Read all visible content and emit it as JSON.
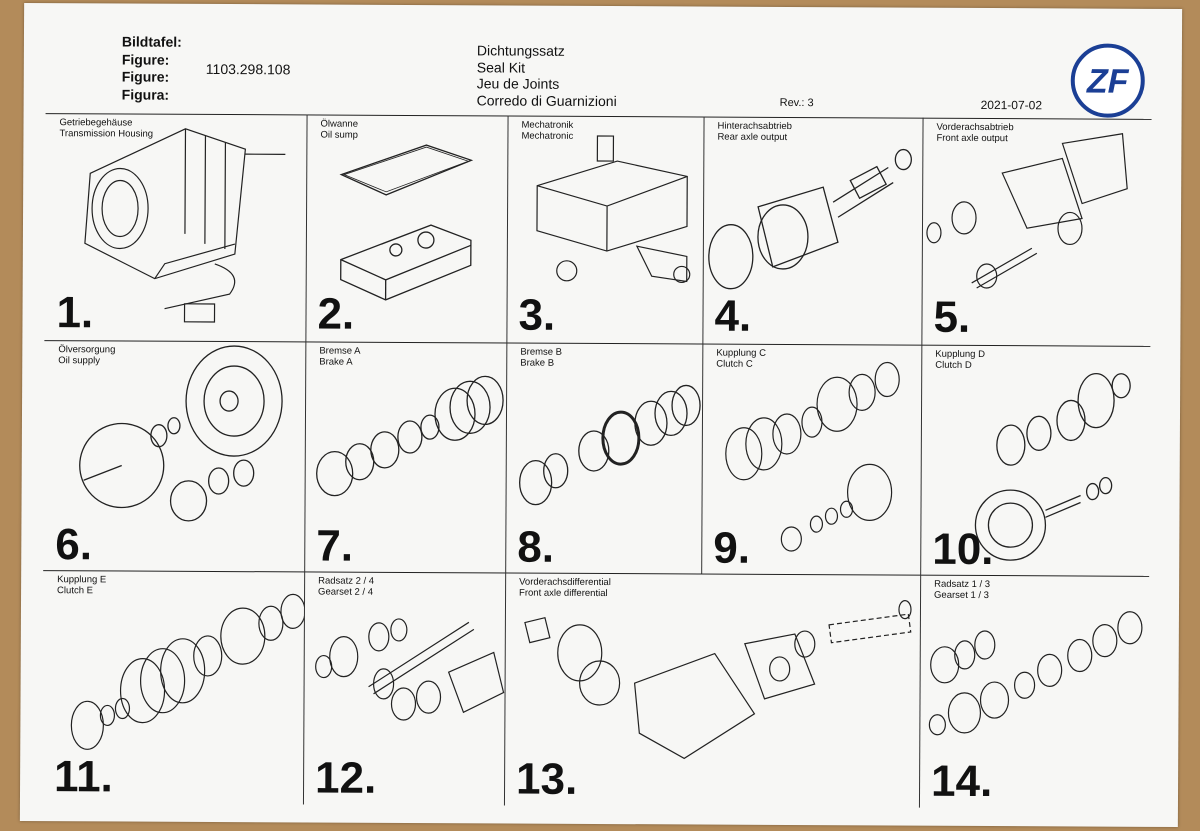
{
  "header": {
    "labels": [
      "Bildtafel:",
      "Figure:",
      "Figure:",
      "Figura:"
    ],
    "figure_number": "1103.298.108",
    "titles": [
      "Dichtungssatz",
      "Seal Kit",
      "Jeu de Joints",
      "Corredo di Guarnizioni"
    ],
    "revision": "Rev.: 3",
    "date": "2021-07-02",
    "logo_text": "ZF",
    "logo_color": "#1b3f95"
  },
  "cells": [
    {
      "number": "1.",
      "label_de": "Getriebegehäuse",
      "label_en": "Transmission Housing"
    },
    {
      "number": "2.",
      "label_de": "Ölwanne",
      "label_en": "Oil sump"
    },
    {
      "number": "3.",
      "label_de": "Mechatronik",
      "label_en": "Mechatronic"
    },
    {
      "number": "4.",
      "label_de": "Hinterachsabtrieb",
      "label_en": "Rear axle output"
    },
    {
      "number": "5.",
      "label_de": "Vorderachsabtrieb",
      "label_en": "Front axle output"
    },
    {
      "number": "6.",
      "label_de": "Ölversorgung",
      "label_en": "Oil supply"
    },
    {
      "number": "7.",
      "label_de": "Bremse A",
      "label_en": "Brake A"
    },
    {
      "number": "8.",
      "label_de": "Bremse B",
      "label_en": "Brake B"
    },
    {
      "number": "9.",
      "label_de": "Kupplung C",
      "label_en": "Clutch C"
    },
    {
      "number": "10.",
      "label_de": "Kupplung D",
      "label_en": "Clutch D"
    },
    {
      "number": "11.",
      "label_de": "Kupplung E",
      "label_en": "Clutch E"
    },
    {
      "number": "12.",
      "label_de": "Radsatz 2 / 4",
      "label_en": "Gearset 2 / 4"
    },
    {
      "number": "13.",
      "label_de": "Vorderachsdifferential",
      "label_en": "Front axle differential"
    },
    {
      "number": "14.",
      "label_de": "Radsatz 1 / 3",
      "label_en": "Gearset 1 / 3"
    }
  ]
}
